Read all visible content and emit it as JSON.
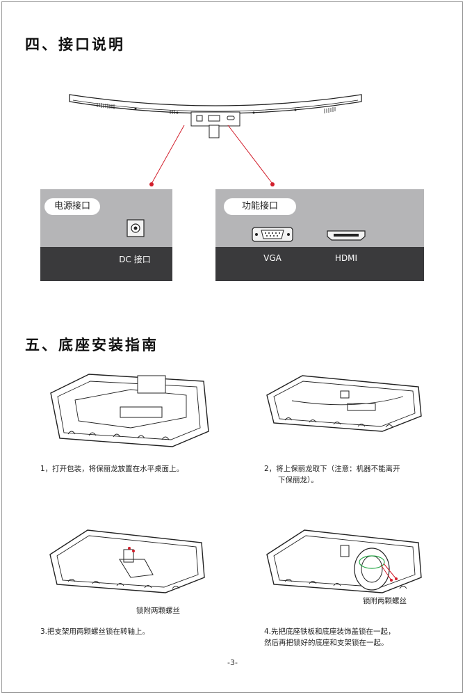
{
  "section4": {
    "title": "四、接口说明"
  },
  "power_panel": {
    "pill": "电源接口",
    "port_label": "DC 接口"
  },
  "function_panel": {
    "pill": "功能接口",
    "vga_label": "VGA",
    "hdmi_label": "HDMI"
  },
  "section5": {
    "title": "五、底座安装指南"
  },
  "steps": [
    {
      "text": "1，打开包装，将保丽龙放置在水平桌面上。"
    },
    {
      "line1": "2，将上保丽龙取下（注意：机器不能离开",
      "line2": "下保丽龙）。"
    },
    {
      "text": "3.把支架用两颗螺丝锁在转轴上。",
      "caption": "锁附两颗螺丝"
    },
    {
      "line1": "4.先把底座铁板和底座装饰盖锁在一起，",
      "line2": "然后再把锁好的底座和支架锁在一起。",
      "caption": "锁附两颗螺丝"
    }
  ],
  "page_number": "-3-",
  "colors": {
    "accent_red": "#d21e2b",
    "panel_light": "#b5b5b7",
    "panel_dark": "#3a3a3c"
  }
}
